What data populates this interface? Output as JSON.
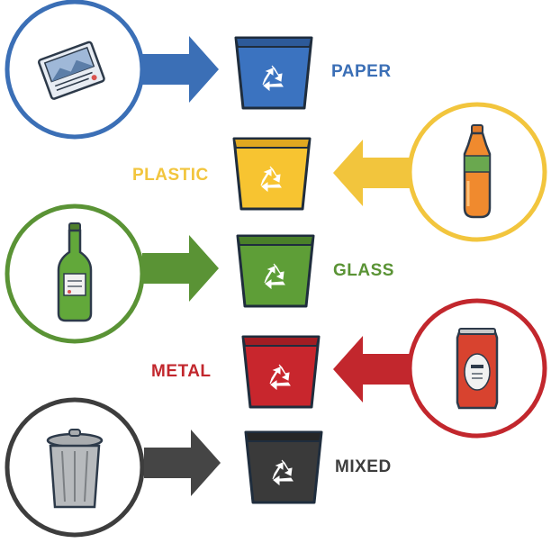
{
  "rows": [
    {
      "id": "paper",
      "label": "PAPER",
      "color": "#3b6fb6",
      "item": "newspaper-icon"
    },
    {
      "id": "plastic",
      "label": "PLASTIC",
      "color": "#f2c53d",
      "item": "plastic-bottle-icon"
    },
    {
      "id": "glass",
      "label": "GLASS",
      "color": "#5a9335",
      "item": "glass-bottle-icon"
    },
    {
      "id": "metal",
      "label": "METAL",
      "color": "#c2272d",
      "item": "soda-can-icon"
    },
    {
      "id": "mixed",
      "label": "MIXED",
      "color": "#3d3d3d",
      "item": "trash-can-icon"
    }
  ]
}
